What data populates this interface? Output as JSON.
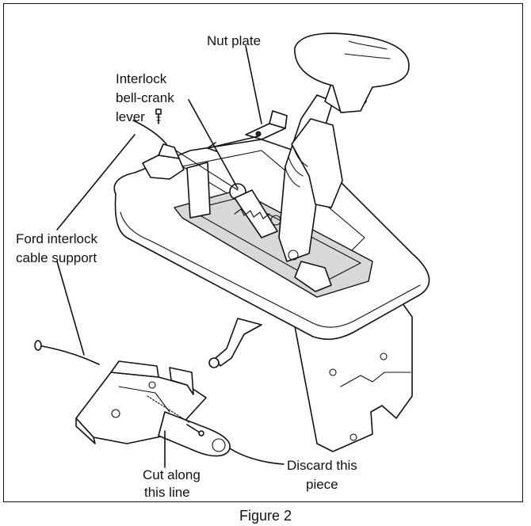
{
  "labels": {
    "nut_plate": "Nut plate",
    "interlock_line1": "Interlock",
    "interlock_line2": "bell-crank",
    "interlock_line3": "lever",
    "ford_line1": "Ford  interlock",
    "ford_line2": "cable support",
    "cut_line1": "Cut along",
    "cut_line2": "this line",
    "discard_line1": "Discard this",
    "discard_line2": "piece"
  },
  "caption": "Figure 2",
  "colors": {
    "ink": "#111111",
    "paper": "#ffffff",
    "shade": "#d8d8d8"
  }
}
